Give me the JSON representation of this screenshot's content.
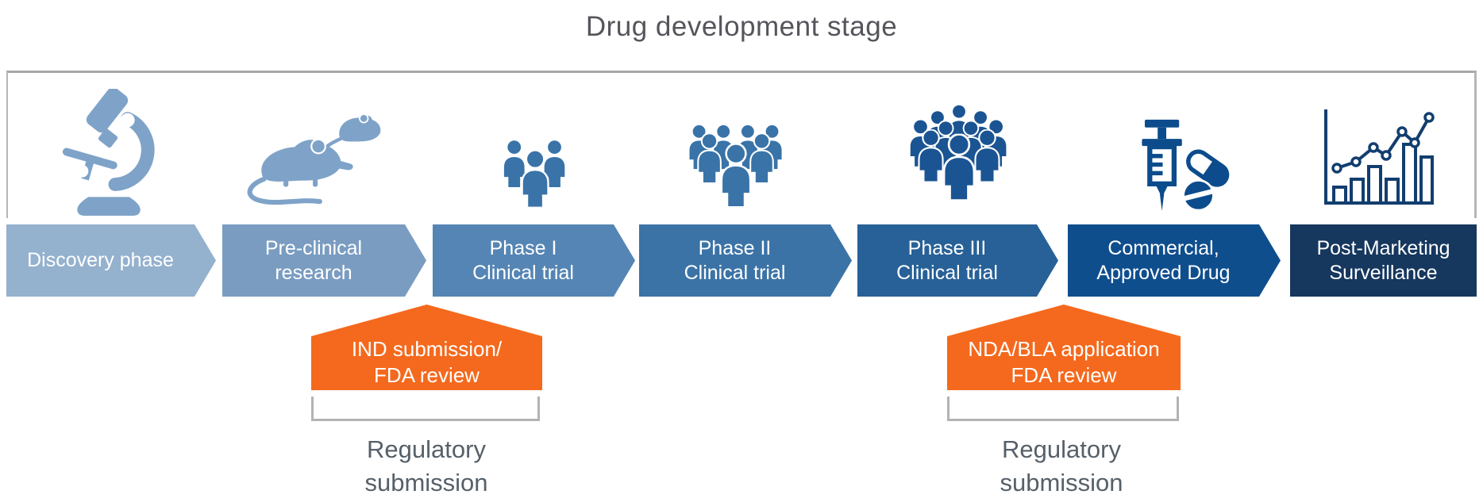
{
  "title": "Drug development stage",
  "palette": {
    "stage_colors": [
      "#94B1CE",
      "#7A9CC1",
      "#5585B4",
      "#3C73A6",
      "#276197",
      "#0F4E8D",
      "#16375E"
    ],
    "icon_colors": {
      "light_blue": "#7FA3C8",
      "medium_blue": "#3973A8",
      "dark_blue": "#1B5492",
      "navy": "#0C4C8C",
      "chart_navy": "#123E6F"
    },
    "callout_orange": "#F4691D",
    "bracket_gray": "#A8A8A8",
    "caption_gray": "#566069",
    "title_gray": "#54565B"
  },
  "stages": [
    {
      "lines": [
        "Discovery phase"
      ],
      "icon": "microscope-icon",
      "color": "#94B1CE"
    },
    {
      "lines": [
        "Pre-clinical",
        "research"
      ],
      "icon": "mice-icon",
      "color": "#7A9CC1"
    },
    {
      "lines": [
        "Phase I",
        "Clinical trial"
      ],
      "icon": "small-group-icon",
      "color": "#5585B4"
    },
    {
      "lines": [
        "Phase II",
        "Clinical trial"
      ],
      "icon": "medium-group-icon",
      "color": "#3C73A6"
    },
    {
      "lines": [
        "Phase III",
        "Clinical trial"
      ],
      "icon": "large-group-icon",
      "color": "#276197"
    },
    {
      "lines": [
        "Commercial,",
        "Approved Drug"
      ],
      "icon": "syringe-pills-icon",
      "color": "#0F4E8D"
    },
    {
      "lines": [
        "Post-Marketing",
        "Surveillance"
      ],
      "icon": "bar-line-chart-icon",
      "color": "#16375E"
    }
  ],
  "callouts": [
    {
      "lines": [
        "IND submission/",
        "FDA review"
      ],
      "caption_lines": [
        "Regulatory",
        "submission"
      ]
    },
    {
      "lines": [
        "NDA/BLA application",
        "FDA review"
      ],
      "caption_lines": [
        "Regulatory",
        "submission"
      ]
    }
  ]
}
